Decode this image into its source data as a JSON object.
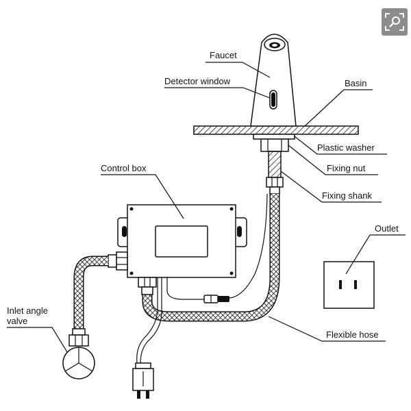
{
  "labels": {
    "faucet": "Faucet",
    "detector_window": "Detector window",
    "basin": "Basin",
    "plastic_washer": "Plastic washer",
    "fixing_nut": "Fixing nut",
    "fixing_shank": "Fixing shank",
    "control_box": "Control box",
    "outlet": "Outlet",
    "inlet_angle_valve_line1": "Inlet angle",
    "inlet_angle_valve_line2": "valve",
    "flexible_hose": "Flexible hose"
  },
  "zoom_button": {
    "icon": "zoom-icon",
    "color": "#8c8c8c"
  }
}
